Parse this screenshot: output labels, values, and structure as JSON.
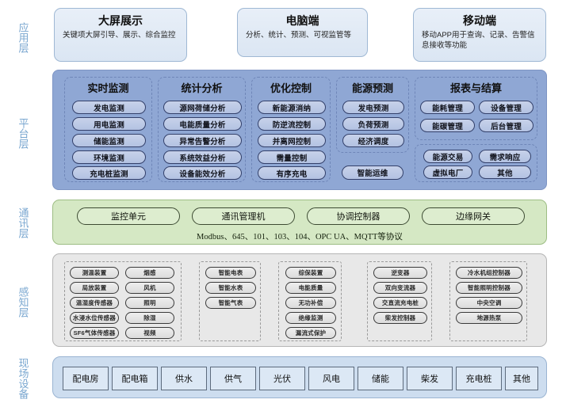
{
  "layers": [
    {
      "key": "application",
      "label": "应用层"
    },
    {
      "key": "platform",
      "label": "平台层"
    },
    {
      "key": "communication",
      "label": "通讯层"
    },
    {
      "key": "perception",
      "label": "感知层"
    },
    {
      "key": "field",
      "label": "现场设备"
    }
  ],
  "application": {
    "cards": [
      {
        "title": "大屏展示",
        "desc": "关键项大屏引导、展示、综合监控"
      },
      {
        "title": "电脑端",
        "desc": "分析、统计、预测、可视监管等"
      },
      {
        "title": "移动端",
        "desc": "移动APP用于查询、记录、告警信息接收等功能"
      }
    ]
  },
  "platform": {
    "columns": [
      {
        "title": "实时监测",
        "items": [
          "发电监测",
          "用电监测",
          "储能监测",
          "环境监测",
          "充电桩监测"
        ]
      },
      {
        "title": "统计分析",
        "items": [
          "源网荷储分析",
          "电能质量分析",
          "异常告警分析",
          "系统效益分析",
          "设备能效分析"
        ]
      },
      {
        "title": "优化控制",
        "items": [
          "新能源消纳",
          "防逆流控制",
          "并离网控制",
          "需量控制",
          "有序充电"
        ]
      },
      {
        "title": "能源预测",
        "items": [
          "发电预测",
          "负荷预测",
          "经济调度"
        ]
      },
      {
        "title": "报表与结算",
        "items": [
          "能耗管理",
          "设备管理",
          "能碳管理",
          "后台管理"
        ]
      }
    ],
    "standalone": {
      "label": "智能运维"
    },
    "extra_group": {
      "items": [
        "能源交易",
        "需求响应",
        "虚拟电厂",
        "其他"
      ]
    }
  },
  "communication": {
    "units": [
      "监控单元",
      "通讯管理机",
      "协调控制器",
      "边缘网关"
    ],
    "protocols": "Modbus、645、101、103、104、OPC UA、MQTT等协议"
  },
  "perception": {
    "groups": [
      {
        "name": "substation-sensors",
        "columns": [
          [
            "测温装置",
            "局放装置",
            "温湿度传感器",
            "水浸水位传感器",
            "SF6气体传感器"
          ],
          [
            "烟感",
            "风机",
            "照明",
            "除湿",
            "视频"
          ]
        ]
      },
      {
        "name": "smart-meters",
        "columns": [
          [
            "智能电表",
            "智能水表",
            "智能气表"
          ]
        ]
      },
      {
        "name": "power-protection",
        "columns": [
          [
            "综保装置",
            "电能质量",
            "无功补偿",
            "绝缘监测",
            "漏流式保护"
          ]
        ]
      },
      {
        "name": "converters",
        "columns": [
          [
            "逆变器",
            "双向变流器",
            "交直流充电桩",
            "柴发控制器"
          ]
        ]
      },
      {
        "name": "hvac-controllers",
        "columns": [
          [
            "冷水机组控制器",
            "智能照明控制器",
            "中央空调",
            "地源热泵"
          ]
        ]
      }
    ]
  },
  "field": {
    "items": [
      "配电房",
      "配电箱",
      "供水",
      "供气",
      "光伏",
      "风电",
      "储能",
      "柴发",
      "充电桩",
      "其他"
    ]
  },
  "colors": {
    "application_card": "#dbe6f3",
    "platform_band": "#8fa7d4",
    "communication_band": "#d5e8c4",
    "perception_band": "#e8e8e8",
    "field_band": "#cdddef",
    "layer_label": "#7aa7d0"
  }
}
